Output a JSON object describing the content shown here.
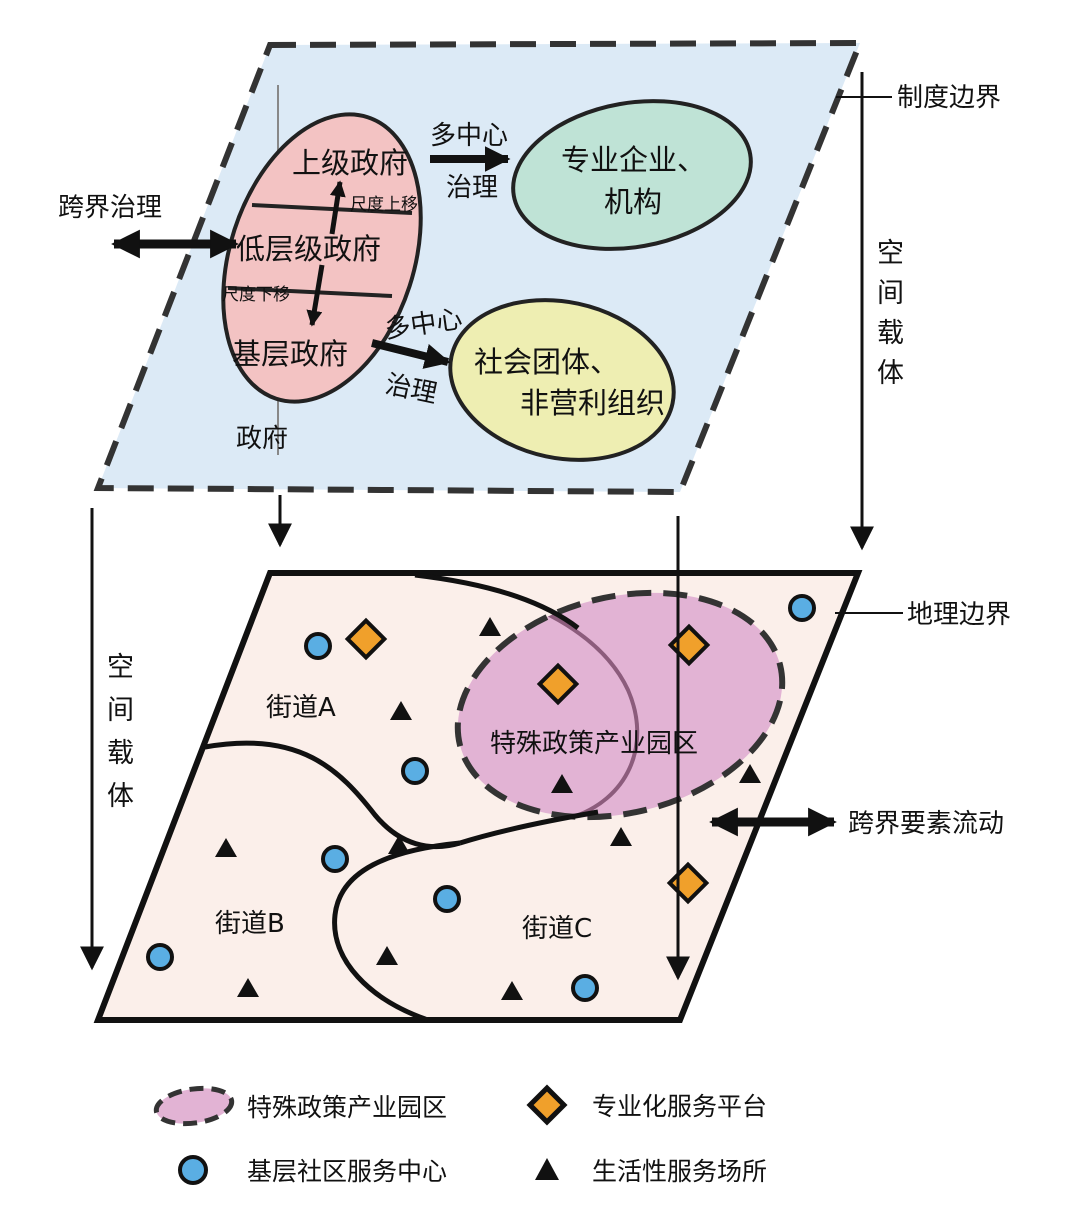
{
  "colors": {
    "top_plane": "#dceaf6",
    "bottom_plane": "#fbefea",
    "government": "#f3c3c3",
    "enterprise": "#bfe3d6",
    "social": "#eeeeb2",
    "park": "#e2b3d4",
    "diamond": "#f0a02b",
    "circle": "#5aaee3",
    "outline": "#222222"
  },
  "top_plane": {
    "boundary_label": "制度边界",
    "cross_governance": "跨界治理",
    "government_caption": "政府",
    "upper_gov": "上级政府",
    "lower_gov": "低层级政府",
    "base_gov": "基层政府",
    "scale_up": "尺度上移",
    "scale_down": "尺度下移",
    "multi_center_1": "多中心",
    "governance_1": "治理",
    "multi_center_2": "多中心",
    "governance_2": "治理",
    "enterprise_line1": "专业企业、",
    "enterprise_line2": "机构",
    "social_line1": "社会团体、",
    "social_line2": "非营利组织"
  },
  "spatial_carrier_right": [
    "空",
    "间",
    "载",
    "体"
  ],
  "spatial_carrier_left": [
    "空",
    "间",
    "载",
    "体"
  ],
  "bottom_plane": {
    "boundary_label": "地理边界",
    "cross_flow": "跨界要素流动",
    "street_a": "街道A",
    "street_b": "街道B",
    "street_c": "街道C",
    "park_label": "特殊政策产业园区"
  },
  "legend": {
    "park": "特殊政策产业园区",
    "platform": "专业化服务平台",
    "community": "基层社区服务中心",
    "life": "生活性服务场所"
  }
}
